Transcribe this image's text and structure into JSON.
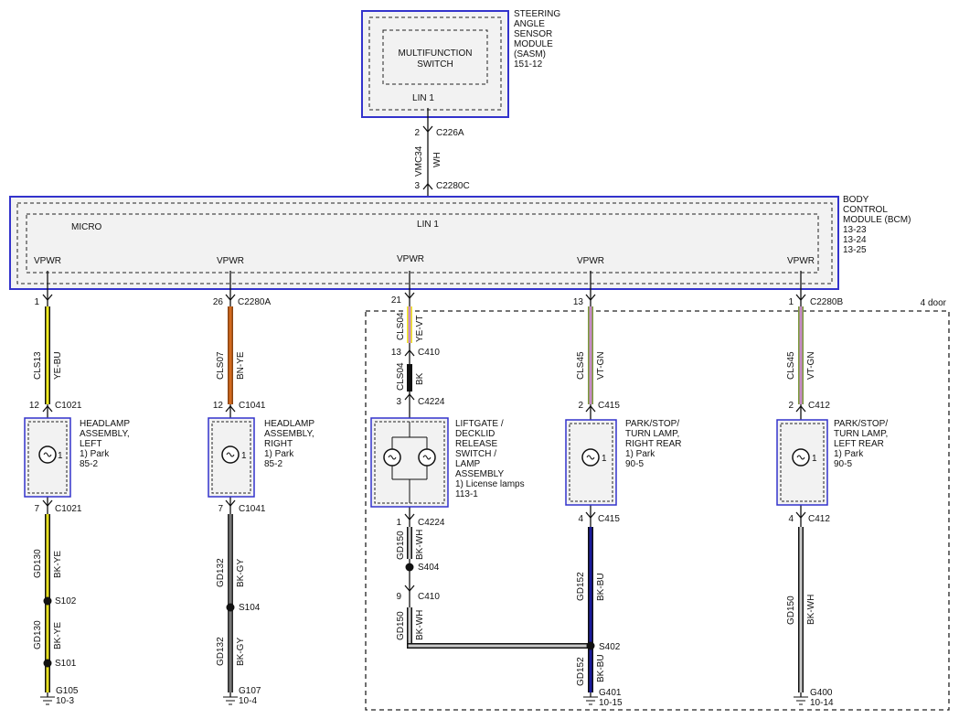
{
  "sasm": {
    "name_lines": [
      "STEERING",
      "ANGLE",
      "SENSOR",
      "MODULE",
      "(SASM)",
      "151-12"
    ],
    "inner_label_lines": [
      "MULTIFUNCTION",
      "SWITCH"
    ],
    "pin_label": "LIN 1",
    "connector_top": {
      "pin": "2",
      "name": "C226A"
    },
    "circuit": "VMC34",
    "wire_color": "WH",
    "connector_bottom": {
      "pin": "3",
      "name": "C2280C"
    }
  },
  "bcm": {
    "name_lines": [
      "BODY",
      "CONTROL",
      "MODULE (BCM)",
      "13-23",
      "13-24",
      "13-25"
    ],
    "micro_label": "MICRO",
    "lin_label": "LIN 1",
    "vpwr_label": "VPWR"
  },
  "door_label": "4 door",
  "columns": [
    {
      "top_connector": {
        "pin": "1",
        "name": ""
      },
      "circuit": "CLS13",
      "wire_color": "YE-BU",
      "lamp_in": {
        "pin": "12",
        "name": "C1021"
      },
      "lamp_pin": "1",
      "lamp_text": [
        "HEADLAMP",
        "ASSEMBLY,",
        "LEFT",
        "1) Park",
        "85-2"
      ],
      "lamp_out": {
        "pin": "7",
        "name": "C1021"
      },
      "ground_segments": [
        {
          "circuit": "GD130",
          "wire_color": "BK-YE",
          "splice": "S102"
        },
        {
          "circuit": "GD130",
          "wire_color": "BK-YE",
          "splice": "S101"
        }
      ],
      "ground": {
        "name": "G105",
        "ref": "10-3"
      }
    },
    {
      "top_connector": {
        "pin": "26",
        "name": "C2280A"
      },
      "circuit": "CLS07",
      "wire_color": "BN-YE",
      "lamp_in": {
        "pin": "12",
        "name": "C1041"
      },
      "lamp_pin": "1",
      "lamp_text": [
        "HEADLAMP",
        "ASSEMBLY,",
        "RIGHT",
        "1) Park",
        "85-2"
      ],
      "lamp_out": {
        "pin": "7",
        "name": "C1041"
      },
      "ground_segments": [
        {
          "circuit": "GD132",
          "wire_color": "BK-GY",
          "splice": "S104"
        },
        {
          "circuit": "GD132",
          "wire_color": "BK-GY",
          "splice": ""
        }
      ],
      "ground": {
        "name": "G107",
        "ref": "10-4"
      }
    },
    {
      "top_connector": {
        "pin": "21",
        "name": ""
      },
      "circuit": "CLS04",
      "wire_color": "YE-VT",
      "mid_connector": {
        "pin": "13",
        "name": "C410"
      },
      "mid_circuit": "CLS04",
      "mid_wire_color": "BK",
      "lamp_in": {
        "pin": "3",
        "name": "C4224"
      },
      "lamp_text": [
        "LIFTGATE /",
        "DECKLID",
        "RELEASE",
        "SWITCH /",
        "LAMP",
        "ASSEMBLY",
        "1) License lamps",
        "113-1"
      ],
      "lamp_out": {
        "pin": "1",
        "name": "C4224"
      },
      "ground_segments": [
        {
          "circuit": "GD150",
          "wire_color": "BK-WH",
          "splice": "S404"
        }
      ],
      "lower_connector": {
        "pin": "9",
        "name": "C410"
      },
      "lower_circuit": "GD150",
      "lower_wire_color": "BK-WH"
    },
    {
      "top_connector": {
        "pin": "13",
        "name": ""
      },
      "circuit": "CLS45",
      "wire_color": "VT-GN",
      "lamp_in": {
        "pin": "2",
        "name": "C415"
      },
      "lamp_pin": "1",
      "lamp_text": [
        "PARK/STOP/",
        "TURN LAMP,",
        "RIGHT REAR",
        "1) Park",
        "90-5"
      ],
      "lamp_out": {
        "pin": "4",
        "name": "C415"
      },
      "ground_segments": [
        {
          "circuit": "GD152",
          "wire_color": "BK-BU",
          "splice": "S402"
        },
        {
          "circuit": "GD152",
          "wire_color": "BK-BU",
          "splice": ""
        }
      ],
      "ground": {
        "name": "G401",
        "ref": "10-15"
      }
    },
    {
      "top_connector": {
        "pin": "1",
        "name": "C2280B"
      },
      "circuit": "CLS45",
      "wire_color": "VT-GN",
      "lamp_in": {
        "pin": "2",
        "name": "C412"
      },
      "lamp_pin": "1",
      "lamp_text": [
        "PARK/STOP/",
        "TURN LAMP,",
        "LEFT REAR",
        "1) Park",
        "90-5"
      ],
      "lamp_out": {
        "pin": "4",
        "name": "C412"
      },
      "ground_segments": [
        {
          "circuit": "GD150",
          "wire_color": "BK-WH",
          "splice": ""
        }
      ],
      "ground": {
        "name": "G400",
        "ref": "10-14"
      }
    }
  ],
  "colors": {
    "module_border": "#3333cc",
    "module_fill": "#f2f2f2",
    "ye_bu_stripe": "#f4ec20",
    "bn_ye_stripe": "#d2691e",
    "ye_vt_stripe": "#f4ec20",
    "vt_gn_stripe": "#c58ac5",
    "bk_bu_stripe": "#1a1a9e",
    "bk_ye_stripe": "#e8e020"
  }
}
